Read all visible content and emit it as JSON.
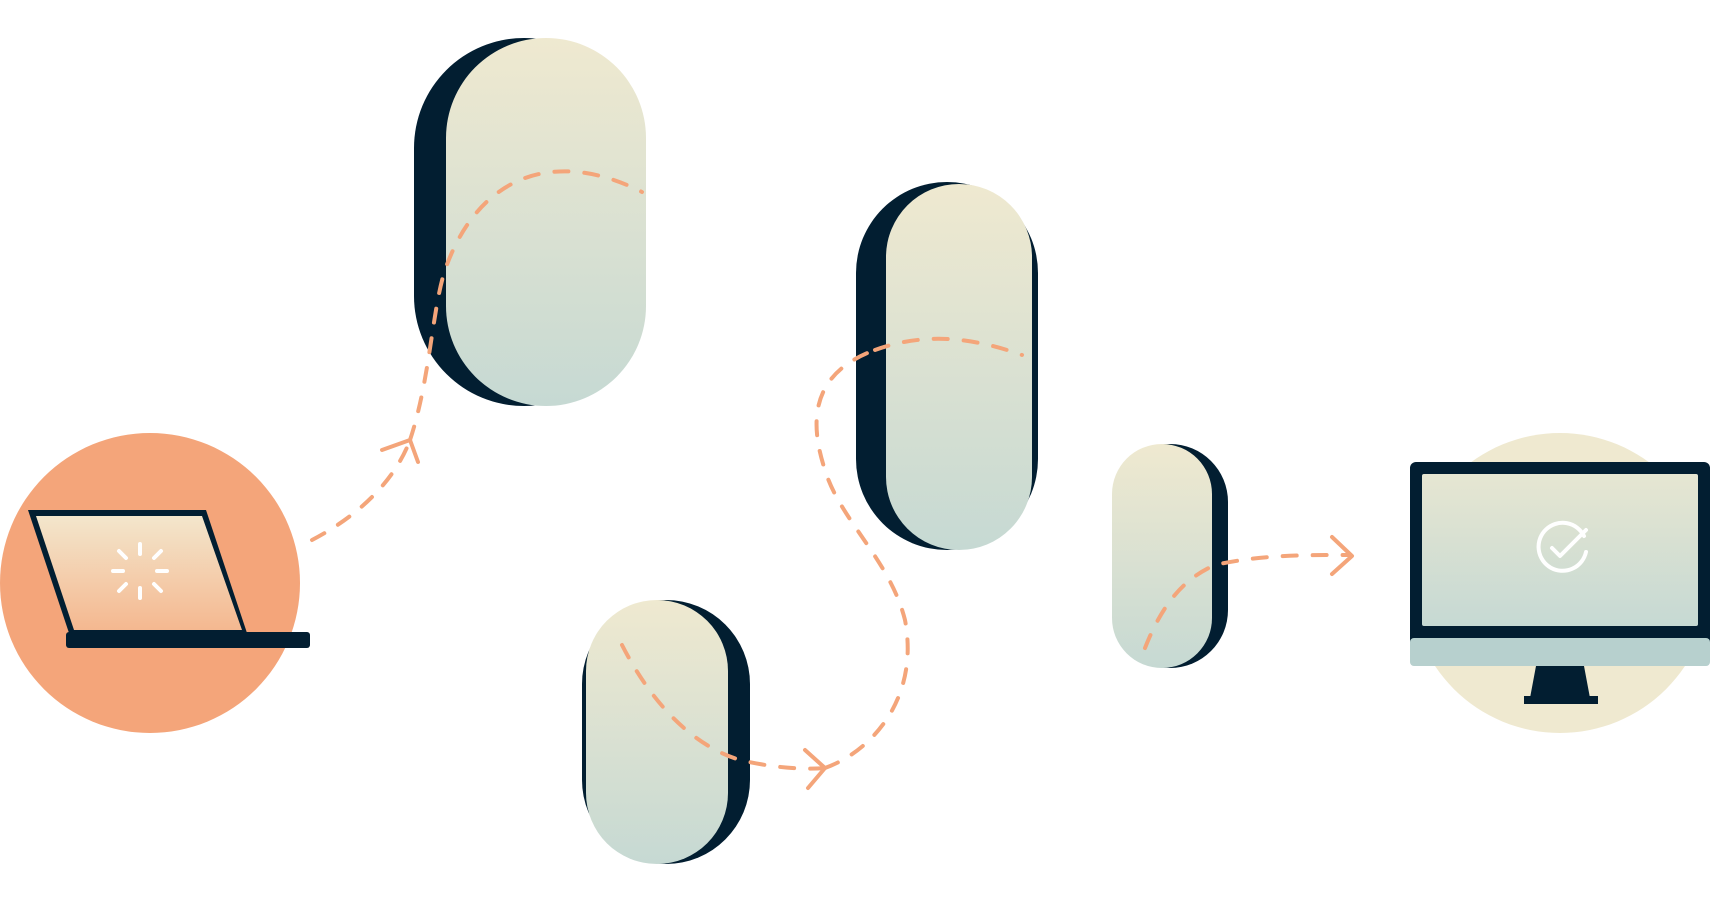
{
  "diagram": {
    "description_free": true,
    "colors": {
      "background": "#ffffff",
      "navy": "#021e31",
      "orange": "#f4a57a",
      "cream": "#efe9d0",
      "sage": "#c6d9d3",
      "loader_glyph": "#ffffff",
      "screen_base": "#b7d0ce"
    },
    "nodes": [
      {
        "id": "source-device",
        "icon": "laptop-icon",
        "status_icon": "loading-spinner-icon"
      },
      {
        "id": "hop-1",
        "icon": "capsule-node-icon"
      },
      {
        "id": "hop-2",
        "icon": "capsule-node-icon"
      },
      {
        "id": "hop-3",
        "icon": "capsule-node-icon"
      },
      {
        "id": "hop-4",
        "icon": "capsule-node-icon"
      },
      {
        "id": "destination-device",
        "icon": "desktop-monitor-icon",
        "status_icon": "check-circle-icon"
      }
    ],
    "connections": [
      {
        "from": "source-device",
        "to": "hop-1",
        "style": "dashed",
        "arrow": true
      },
      {
        "from": "hop-1",
        "to": "hop-2",
        "style": "dashed",
        "arrow": true
      },
      {
        "from": "hop-2",
        "to": "hop-3",
        "style": "dashed",
        "arrow": false
      },
      {
        "from": "hop-3",
        "to": "hop-4",
        "style": "dashed",
        "arrow": false
      },
      {
        "from": "hop-4",
        "to": "destination-device",
        "style": "dashed",
        "arrow": true
      }
    ]
  }
}
